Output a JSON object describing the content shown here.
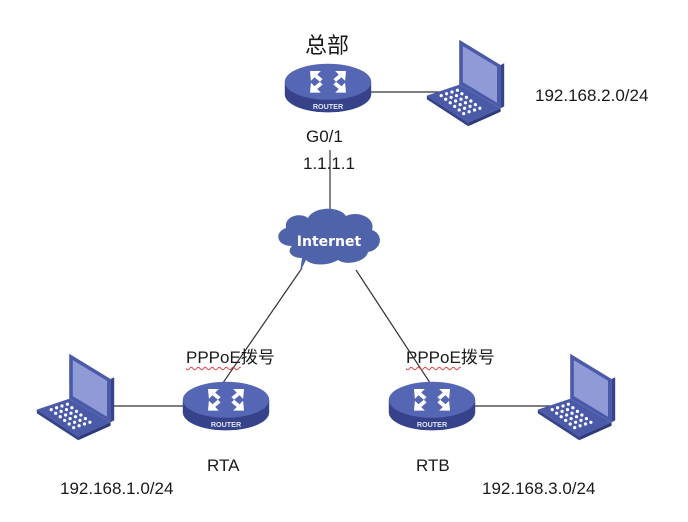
{
  "diagram": {
    "headquarters": {
      "title": "总部",
      "device": "ROUTER",
      "interface": "G0/1",
      "ip": "1.1.1.1",
      "lan": "192.168.2.0/24"
    },
    "internet": {
      "label": "Internet"
    },
    "rta": {
      "name": "RTA",
      "device": "ROUTER",
      "dial_prefix": "PPPoE",
      "dial_suffix": "拨号",
      "lan": "192.168.1.0/24"
    },
    "rtb": {
      "name": "RTB",
      "device": "ROUTER",
      "dial_prefix": "PPPoE",
      "dial_suffix": "拨号",
      "lan": "192.168.3.0/24"
    },
    "colors": {
      "device_blue": "#4a5aa8",
      "device_dark": "#3a4790",
      "screen": "#8f9ad6",
      "cloud": "#4f63aa",
      "line": "#333333"
    }
  }
}
